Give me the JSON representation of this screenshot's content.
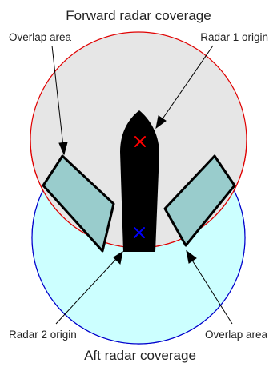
{
  "titles": {
    "forward": "Forward radar coverage",
    "aft": "Aft radar coverage"
  },
  "labels": {
    "overlap_top_left": "Overlap area",
    "radar1_origin": "Radar 1 origin",
    "radar2_origin": "Radar 2 origin",
    "overlap_bottom_right": "Overlap area"
  },
  "colors": {
    "forward_fill": "#e6e6e6",
    "forward_stroke": "#e00000",
    "aft_fill": "#ccffff",
    "aft_stroke": "#0000cc",
    "overlap_fill": "#99cccc",
    "ship_fill": "#000000",
    "radar1_marker": "#ff0000",
    "radar2_marker": "#0000ff"
  },
  "markers": {
    "radar1": "x-marker",
    "radar2": "x-marker"
  }
}
